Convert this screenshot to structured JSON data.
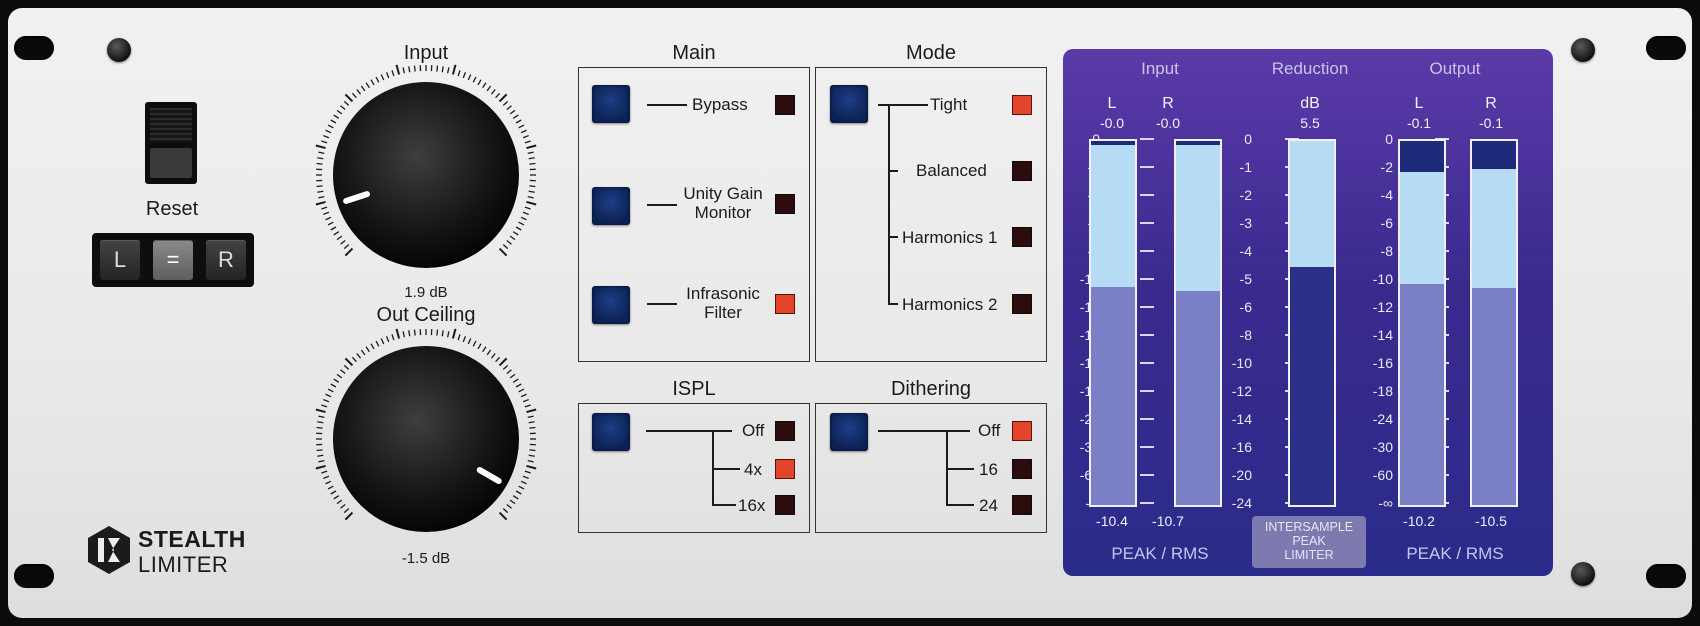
{
  "brand": {
    "line1": "STEALTH",
    "line2": "LIMITER"
  },
  "reset": {
    "label": "Reset",
    "buttons": [
      "L",
      "=",
      "R"
    ]
  },
  "input_knob": {
    "title": "Input",
    "value_text": "1.9 dB"
  },
  "ceiling_knob": {
    "title": "Out Ceiling",
    "value_text": "-1.5 dB"
  },
  "main": {
    "title": "Main",
    "options": [
      {
        "label": "Bypass",
        "led": "off"
      },
      {
        "label": "Unity Gain\nMonitor",
        "led": "off"
      },
      {
        "label": "Infrasonic\nFilter",
        "led": "on"
      }
    ]
  },
  "mode": {
    "title": "Mode",
    "options": [
      {
        "label": "Tight",
        "led": "on"
      },
      {
        "label": "Balanced",
        "led": "off"
      },
      {
        "label": "Harmonics 1",
        "led": "off"
      },
      {
        "label": "Harmonics 2",
        "led": "off"
      }
    ]
  },
  "ispl": {
    "title": "ISPL",
    "options": [
      {
        "label": "Off",
        "led": "off"
      },
      {
        "label": "4x",
        "led": "on"
      },
      {
        "label": "16x",
        "led": "off"
      }
    ]
  },
  "dithering": {
    "title": "Dithering",
    "options": [
      {
        "label": "Off",
        "led": "on"
      },
      {
        "label": "16",
        "led": "off"
      },
      {
        "label": "24",
        "led": "off"
      }
    ]
  },
  "meters": {
    "input": {
      "title": "Input",
      "footer": "PEAK / RMS",
      "channels": [
        {
          "name": "L",
          "peak_text": "-0.0",
          "rms_text": "-10.4",
          "peak_db": -0.0,
          "rms_db": -10.4
        },
        {
          "name": "R",
          "peak_text": "-0.0",
          "rms_text": "-10.7",
          "peak_db": -0.0,
          "rms_db": -10.7
        }
      ]
    },
    "reduction": {
      "title": "Reduction",
      "unit": "dB",
      "value_text": "5.5",
      "value_db": 5.5,
      "footer": "INTERSAMPLE\nPEAK\nLIMITER",
      "scale": [
        "0",
        "-1",
        "-2",
        "-3",
        "-4",
        "-5",
        "-6",
        "-8",
        "-10",
        "-12",
        "-14",
        "-16",
        "-20",
        "-24"
      ]
    },
    "output": {
      "title": "Output",
      "footer": "PEAK / RMS",
      "channels": [
        {
          "name": "L",
          "peak_text": "-0.1",
          "rms_text": "-10.2",
          "peak_db": -1.9,
          "rms_db": -10.2
        },
        {
          "name": "R",
          "peak_text": "-0.1",
          "rms_text": "-10.5",
          "peak_db": -1.7,
          "rms_db": -10.5
        }
      ]
    },
    "level_scale": [
      "0",
      "-2",
      "-4",
      "-6",
      "-8",
      "-10",
      "-12",
      "-14",
      "-16",
      "-18",
      "-24",
      "-30",
      "-60",
      "-∞"
    ]
  },
  "colors": {
    "accent_blue": "#163a88",
    "led_on": "#e2452c",
    "meter_bg": "#3a2a8e",
    "peak": "#b5dcf4",
    "rms": "#7a7fc6"
  }
}
